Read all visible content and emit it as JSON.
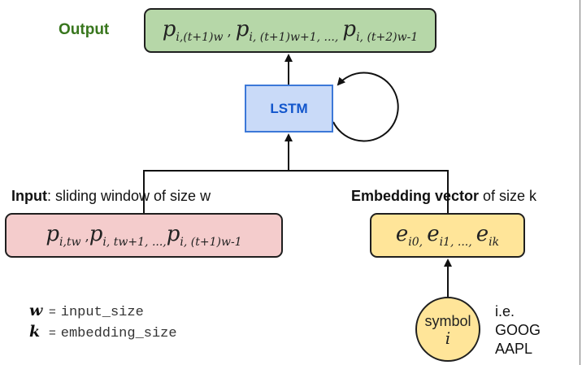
{
  "diagram": {
    "title": "LSTM with sliding window input and symbol embedding",
    "colors": {
      "output_fill": "#b6d7a8",
      "output_label": "#38761d",
      "lstm_fill": "#c9daf8",
      "lstm_border": "#3c78d8",
      "lstm_text": "#1155cc",
      "input_fill": "#f4cccc",
      "embedding_fill": "#ffe599",
      "symbol_fill": "#ffe599"
    },
    "output": {
      "label": "Output",
      "terms": [
        {
          "base": "p",
          "sub": "i,(t+1)w",
          "sep": " ,"
        },
        {
          "base": "p",
          "sub": "i, (t+1)w+1, ...,",
          "sep": " "
        },
        {
          "base": "p",
          "sub": "i, (t+2)w-1",
          "sep": ""
        }
      ]
    },
    "lstm": {
      "label": "LSTM",
      "recurrent_loop": true
    },
    "input": {
      "label_bold": "Input",
      "label_rest": ": sliding window of size w",
      "terms": [
        {
          "base": "p",
          "sub": "i,tw",
          "sep": " ,"
        },
        {
          "base": "p",
          "sub": "i, tw+1,  ...,",
          "sep": ""
        },
        {
          "base": "p",
          "sub": "i, (t+1)w-1",
          "sep": ""
        }
      ]
    },
    "embedding": {
      "label_bold": "Embedding vector",
      "label_rest": " of size k",
      "terms": [
        {
          "base": "e",
          "sub": "i0,",
          "sep": " "
        },
        {
          "base": "e",
          "sub": "i1, ...,",
          "sep": " "
        },
        {
          "base": "e",
          "sub": "ik",
          "sep": ""
        }
      ]
    },
    "symbol": {
      "word": "symbol",
      "variable": "i",
      "examples": [
        "i.e.",
        "GOOG",
        "AAPL"
      ]
    },
    "legend": [
      {
        "var": "w",
        "eq": "=",
        "value": "input_size"
      },
      {
        "var": "k",
        "eq": "=",
        "value": "embedding_size"
      }
    ]
  }
}
